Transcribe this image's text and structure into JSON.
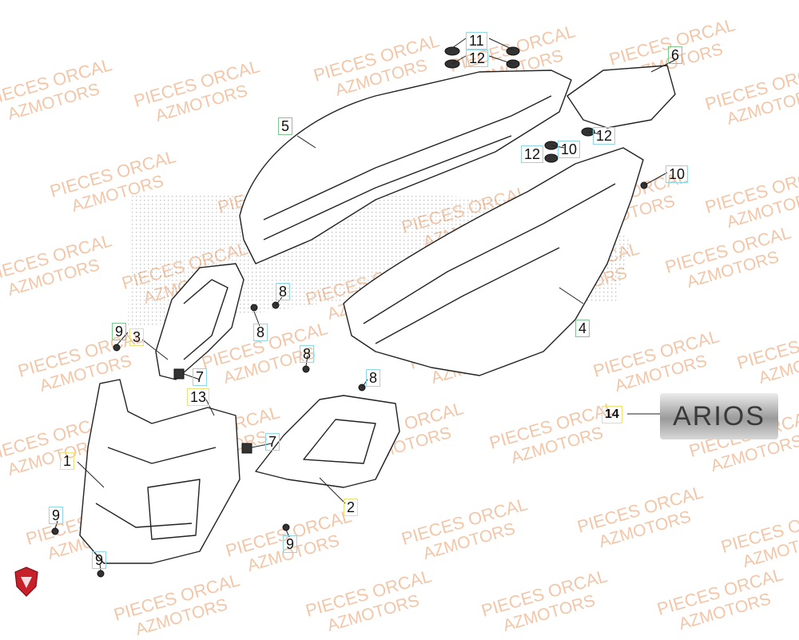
{
  "watermarks": [
    {
      "line1": "PIECES ORCAL",
      "line2": "AZMOTORS"
    }
  ],
  "callouts": {
    "c1": "1",
    "c2": "2",
    "c3": "3",
    "c4": "4",
    "c5": "5",
    "c6": "6",
    "c7a": "7",
    "c7b": "7",
    "c8a": "8",
    "c8b": "8",
    "c8c": "8",
    "c8d": "8",
    "c9a": "9",
    "c9b": "9",
    "c9c": "9",
    "c9d": "9",
    "c10a": "10",
    "c10b": "10",
    "c11": "11",
    "c12a": "12",
    "c12b": "12",
    "c12c": "12",
    "c13": "13",
    "c14": "14"
  },
  "model_logo": "ARIOS",
  "colors": {
    "watermark": "#f0b48c",
    "line": "#222222",
    "brand_red": "#c8202a"
  }
}
